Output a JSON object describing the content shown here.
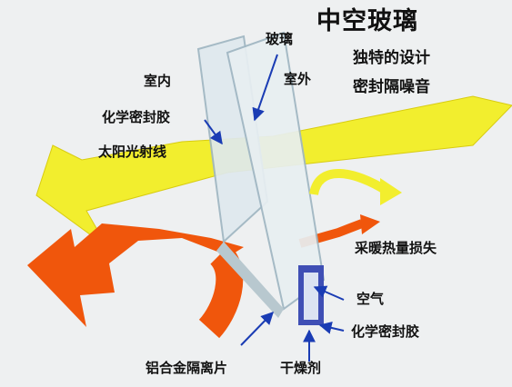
{
  "title": "中空玻璃",
  "subtitle_lines": [
    "独特的设计",
    "密封隔噪音"
  ],
  "labels": {
    "glass": "玻璃",
    "indoor": "室内",
    "outdoor": "室外",
    "sealant_top": "化学密封胶",
    "sunlight": "太阳光射线",
    "heat_loss": "采暖热量损失",
    "air": "空气",
    "sealant_bottom": "化学密封胶",
    "spacer": "铝合金隔离片",
    "desiccant": "干燥剂"
  },
  "colors": {
    "background": "#eef0f1",
    "sun_arrow": "#f2ee2e",
    "heat_arrow": "#f0560c",
    "pointer": "#1a3cb4",
    "glass_fill": "#dfe9ee",
    "glass_edge": "#9fb6c2",
    "spacer": "#3f4fb5"
  }
}
